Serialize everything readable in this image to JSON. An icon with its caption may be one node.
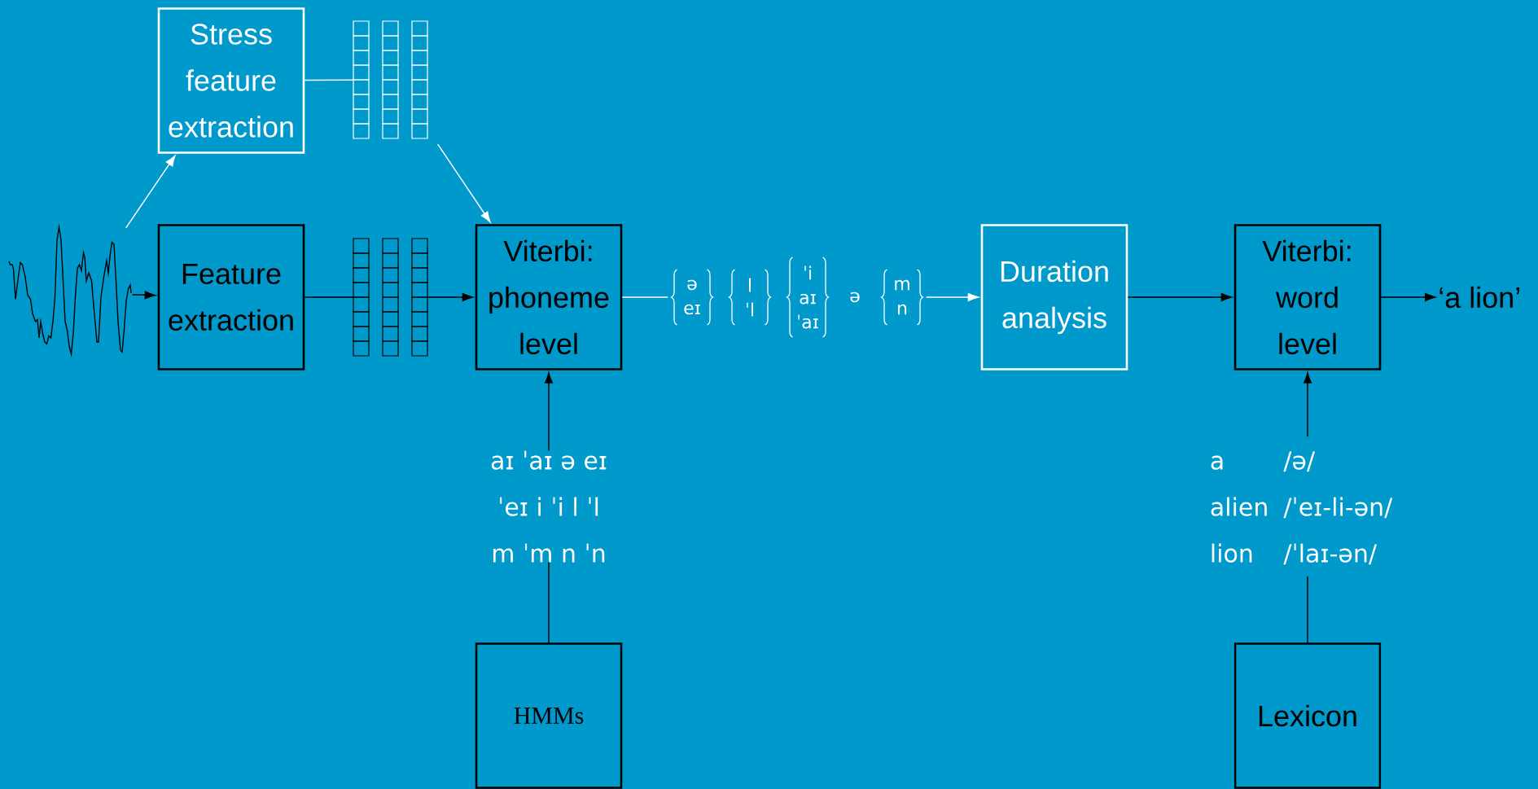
{
  "diagram": {
    "nodes": [
      {
        "text": [
          "Stress feature extraction"
        ]
      },
      {
        "text": [],
        "shape": "picture"
      },
      {
        "text": [
          "Feature extraction"
        ]
      },
      {
        "text": [],
        "shape": "picture"
      },
      {
        "text": [],
        "shape": "picture"
      },
      {
        "text": [
          "Viterbi: phoneme level"
        ]
      },
      {
        "text": [
          "ə eɪ",
          "l ˈl",
          "ˈi aɪ ˈaɪ",
          "ə",
          "m n"
        ]
      },
      {
        "text": [
          "Duration analysis"
        ]
      },
      {
        "text": [
          "Viterbi: word level"
        ]
      },
      {
        "text": [
          "‘a lion’"
        ]
      },
      {
        "text": [
          "aɪ ˈaɪ ə eɪ",
          "ˈeɪ i ˈi l ˈl",
          "m ˈm n ˈn"
        ]
      },
      {
        "text": [
          "HMMs"
        ]
      },
      {
        "text": [
          "a",
          "/ə/",
          "alien",
          "/ˈeɪ-li-ən/",
          "lion",
          "/ˈlaɪ-ən/"
        ]
      },
      {
        "text": [
          "Lexicon"
        ]
      }
    ],
    "edges": [
      {
        "from": 1,
        "to": 2,
        "arrow": "to"
      },
      {
        "from": 1,
        "to": 0,
        "arrow": "to",
        "color": "#ffffff"
      },
      {
        "from": 0,
        "to": 3,
        "arrow": "none",
        "color": "#ffffff"
      },
      {
        "from": 2,
        "to": 4,
        "arrow": "none"
      },
      {
        "from": 4,
        "to": 5,
        "arrow": "to"
      },
      {
        "from": 3,
        "to": 5,
        "arrow": "to",
        "color": "#ffffff"
      },
      {
        "from": 10,
        "to": 5,
        "arrow": "to"
      },
      {
        "from": 11,
        "to": 10,
        "arrow": "none"
      },
      {
        "from": 5,
        "to": 6,
        "arrow": "none",
        "color": "#ffffff"
      },
      {
        "from": 6,
        "to": 7,
        "arrow": "to",
        "color": "#ffffff"
      },
      {
        "from": 7,
        "to": 8,
        "arrow": "to"
      },
      {
        "from": 8,
        "to": 9,
        "arrow": "to"
      },
      {
        "from": 12,
        "to": 8,
        "arrow": "to"
      },
      {
        "from": 13,
        "to": 12,
        "arrow": "none"
      }
    ]
  }
}
